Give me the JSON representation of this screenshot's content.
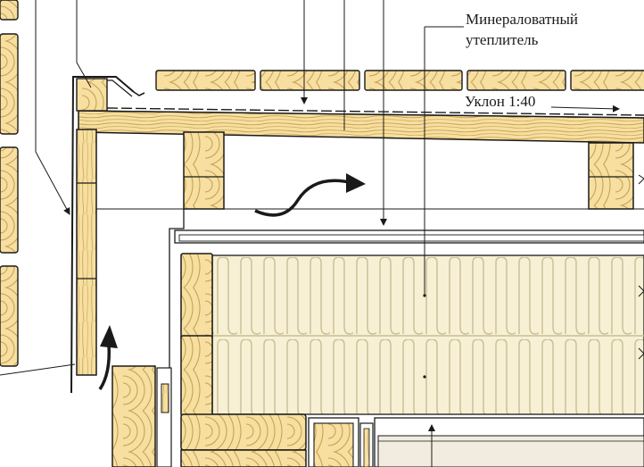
{
  "labels": {
    "insulation_line1": "Минераловатный",
    "insulation_line2": "утеплитель",
    "slope": "Уклон 1:40"
  },
  "colors": {
    "wood_fill": "#f6dfa0",
    "wood_ring": "#c9a253",
    "insulation_fill": "#f7f0d4",
    "insulation_line": "#c9bd95",
    "line": "#1a1a1a",
    "background": "#ffffff"
  },
  "icons": [
    "airflow-arrow-icon",
    "updraft-arrow-icon",
    "leader-arrow-icon"
  ]
}
